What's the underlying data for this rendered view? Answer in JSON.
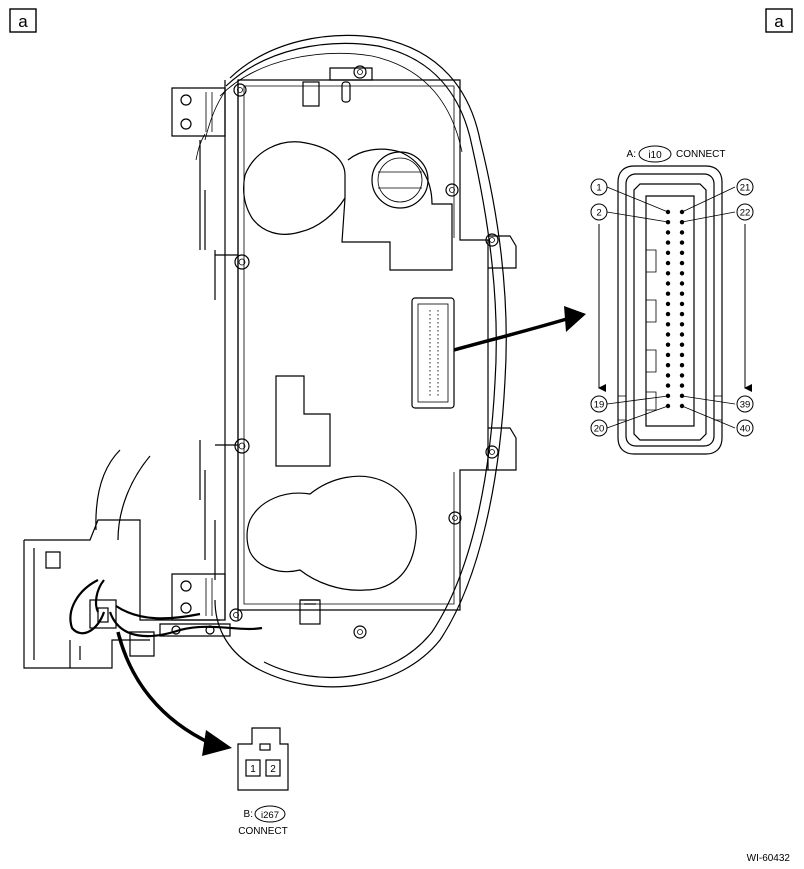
{
  "corner_labels": {
    "left": "a",
    "right": "a"
  },
  "connector_a": {
    "prefix": "A:",
    "code": "i10",
    "action": "CONNECT",
    "pin_labels": [
      "1",
      "2",
      "19",
      "20",
      "21",
      "22",
      "39",
      "40"
    ]
  },
  "connector_b": {
    "prefix": "B:",
    "code": "i267",
    "action": "CONNECT",
    "pin_labels": [
      "1",
      "2"
    ]
  },
  "figure_id": "WI-60432"
}
